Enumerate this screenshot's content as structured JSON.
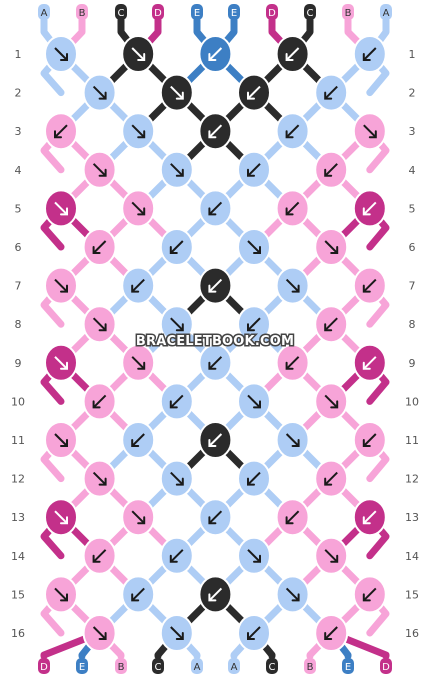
{
  "watermark": "BRACELETBOOK.COM",
  "colors": {
    "A": "#aecdf5",
    "B": "#f7a4d8",
    "C": "#2b2b2b",
    "D": "#c3308a",
    "E": "#3d7fc4"
  },
  "top_strings": [
    "A",
    "B",
    "C",
    "D",
    "E",
    "E",
    "D",
    "C",
    "B",
    "A"
  ],
  "bottom_strings": [
    "D",
    "E",
    "B",
    "C",
    "A",
    "A",
    "C",
    "B",
    "E",
    "D"
  ],
  "row_labels": [
    "1",
    "2",
    "3",
    "4",
    "5",
    "6",
    "7",
    "8",
    "9",
    "10",
    "11",
    "12",
    "13",
    "14",
    "15",
    "16"
  ],
  "knots": [
    [
      {
        "c": "A",
        "d": "se"
      },
      {
        "c": "C",
        "d": "se"
      },
      {
        "c": "E",
        "d": "sw"
      },
      {
        "c": "C",
        "d": "sw"
      },
      {
        "c": "A",
        "d": "sw"
      }
    ],
    [
      {
        "c": "A",
        "d": "se"
      },
      {
        "c": "C",
        "d": "se"
      },
      {
        "c": "C",
        "d": "sw"
      },
      {
        "c": "A",
        "d": "sw"
      }
    ],
    [
      {
        "c": "B",
        "d": "sw"
      },
      {
        "c": "A",
        "d": "se"
      },
      {
        "c": "C",
        "d": "sw"
      },
      {
        "c": "A",
        "d": "sw"
      },
      {
        "c": "B",
        "d": "se"
      }
    ],
    [
      {
        "c": "B",
        "d": "se"
      },
      {
        "c": "A",
        "d": "se"
      },
      {
        "c": "A",
        "d": "sw"
      },
      {
        "c": "B",
        "d": "sw"
      }
    ],
    [
      {
        "c": "D",
        "d": "se"
      },
      {
        "c": "B",
        "d": "se"
      },
      {
        "c": "A",
        "d": "sw"
      },
      {
        "c": "B",
        "d": "sw"
      },
      {
        "c": "D",
        "d": "sw"
      }
    ],
    [
      {
        "c": "B",
        "d": "sw"
      },
      {
        "c": "A",
        "d": "sw"
      },
      {
        "c": "A",
        "d": "se"
      },
      {
        "c": "B",
        "d": "se"
      }
    ],
    [
      {
        "c": "B",
        "d": "se"
      },
      {
        "c": "A",
        "d": "sw"
      },
      {
        "c": "C",
        "d": "sw"
      },
      {
        "c": "A",
        "d": "se"
      },
      {
        "c": "B",
        "d": "sw"
      }
    ],
    [
      {
        "c": "B",
        "d": "se"
      },
      {
        "c": "A",
        "d": "se"
      },
      {
        "c": "A",
        "d": "sw"
      },
      {
        "c": "B",
        "d": "sw"
      }
    ],
    [
      {
        "c": "D",
        "d": "se"
      },
      {
        "c": "B",
        "d": "se"
      },
      {
        "c": "A",
        "d": "sw"
      },
      {
        "c": "B",
        "d": "sw"
      },
      {
        "c": "D",
        "d": "sw"
      }
    ],
    [
      {
        "c": "B",
        "d": "sw"
      },
      {
        "c": "A",
        "d": "sw"
      },
      {
        "c": "A",
        "d": "se"
      },
      {
        "c": "B",
        "d": "se"
      }
    ],
    [
      {
        "c": "B",
        "d": "se"
      },
      {
        "c": "A",
        "d": "sw"
      },
      {
        "c": "C",
        "d": "sw"
      },
      {
        "c": "A",
        "d": "se"
      },
      {
        "c": "B",
        "d": "sw"
      }
    ],
    [
      {
        "c": "B",
        "d": "se"
      },
      {
        "c": "A",
        "d": "se"
      },
      {
        "c": "A",
        "d": "sw"
      },
      {
        "c": "B",
        "d": "sw"
      }
    ],
    [
      {
        "c": "D",
        "d": "se"
      },
      {
        "c": "B",
        "d": "se"
      },
      {
        "c": "A",
        "d": "sw"
      },
      {
        "c": "B",
        "d": "sw"
      },
      {
        "c": "D",
        "d": "sw"
      }
    ],
    [
      {
        "c": "B",
        "d": "sw"
      },
      {
        "c": "A",
        "d": "sw"
      },
      {
        "c": "A",
        "d": "se"
      },
      {
        "c": "B",
        "d": "se"
      }
    ],
    [
      {
        "c": "B",
        "d": "se"
      },
      {
        "c": "A",
        "d": "sw"
      },
      {
        "c": "C",
        "d": "sw"
      },
      {
        "c": "A",
        "d": "se"
      },
      {
        "c": "B",
        "d": "sw"
      }
    ],
    [
      {
        "c": "B",
        "d": "se"
      },
      {
        "c": "A",
        "d": "se"
      },
      {
        "c": "A",
        "d": "sw"
      },
      {
        "c": "B",
        "d": "sw"
      }
    ]
  ]
}
